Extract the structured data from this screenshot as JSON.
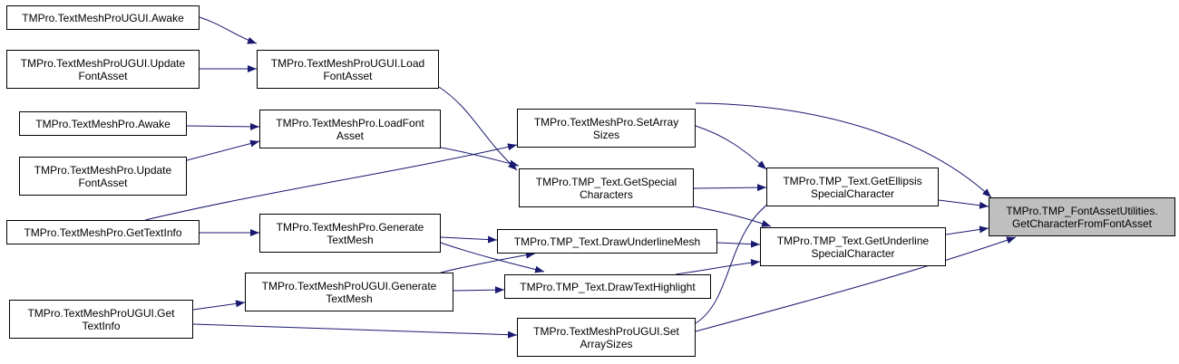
{
  "colors": {
    "edge": "#191970",
    "node_border": "#000000",
    "node_fill": "#ffffff",
    "highlight_fill": "#bfbfbf"
  },
  "nodes": {
    "ugui_awake": "TMPro.TextMeshProUGUI.Awake",
    "ugui_update_font_asset": "TMPro.TextMeshProUGUI.Update\nFontAsset",
    "ugui_load_font_asset": "TMPro.TextMeshProUGUI.Load\nFontAsset",
    "tmp_awake": "TMPro.TextMeshPro.Awake",
    "tmp_load_font_asset": "TMPro.TextMeshPro.LoadFont\nAsset",
    "tmp_update_font_asset": "TMPro.TextMeshPro.Update\nFontAsset",
    "tmp_get_text_info": "TMPro.TextMeshPro.GetTextInfo",
    "tmp_generate_text_mesh": "TMPro.TextMeshPro.Generate\nTextMesh",
    "ugui_generate_text_mesh": "TMPro.TextMeshProUGUI.Generate\nTextMesh",
    "ugui_get_text_info": "TMPro.TextMeshProUGUI.Get\nTextInfo",
    "tmp_set_array_sizes": "TMPro.TextMeshPro.SetArray\nSizes",
    "get_special_characters": "TMPro.TMP_Text.GetSpecial\nCharacters",
    "draw_underline_mesh": "TMPro.TMP_Text.DrawUnderlineMesh",
    "draw_text_highlight": "TMPro.TMP_Text.DrawTextHighlight",
    "ugui_set_array_sizes": "TMPro.TextMeshProUGUI.Set\nArraySizes",
    "get_ellipsis_special_character": "TMPro.TMP_Text.GetEllipsis\nSpecialCharacter",
    "get_underline_special_character": "TMPro.TMP_Text.GetUnderline\nSpecialCharacter",
    "get_character_from_font_asset": "TMPro.TMP_FontAssetUtilities.\nGetCharacterFromFontAsset"
  }
}
